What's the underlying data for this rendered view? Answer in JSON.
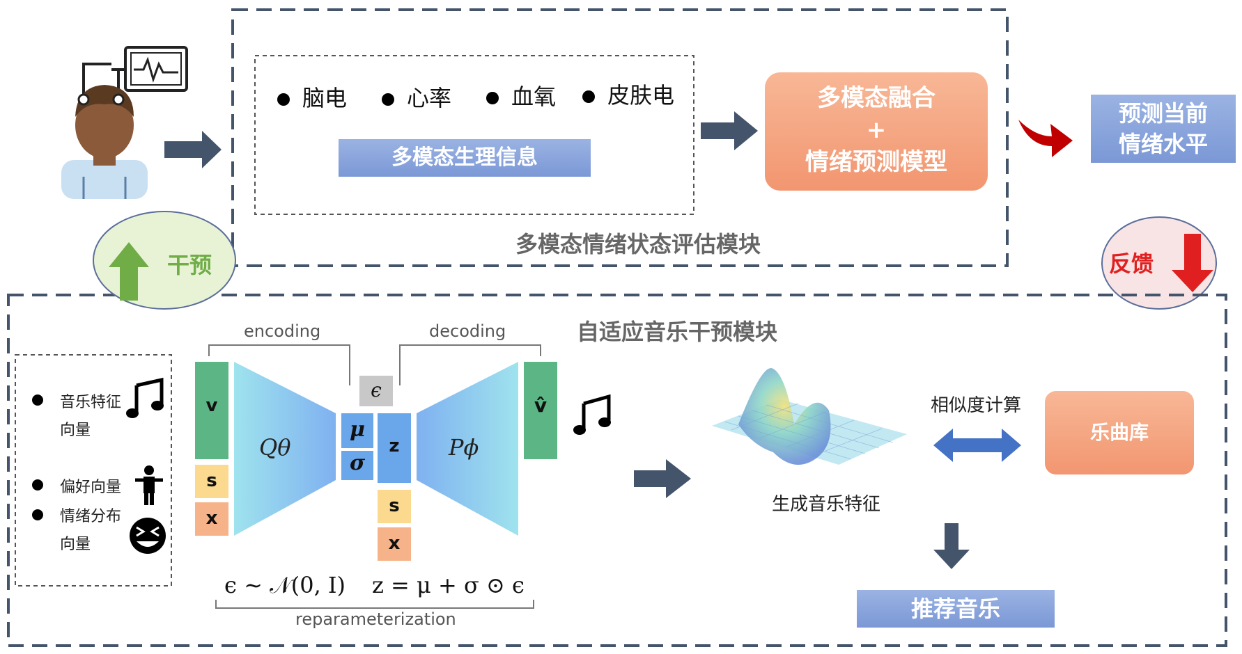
{
  "top_module": {
    "title": "多模态情绪状态评估模块",
    "signals": [
      "脑电",
      "心率",
      "血氧",
      "皮肤电"
    ],
    "signals_label": "多模态生理信息",
    "fusion_line1": "多模态融合",
    "fusion_plus": "+",
    "fusion_line2": "情绪预测模型",
    "predict_line1": "预测当前",
    "predict_line2": "情绪水平"
  },
  "intervene_label": "干预",
  "feedback_label": "反馈",
  "bottom_module": {
    "title": "自适应音乐干预模块",
    "inputs": [
      {
        "line1": "音乐特征",
        "line2": "向量",
        "icon": "music-note-icon"
      },
      {
        "line1": "偏好向量",
        "line2": "",
        "icon": "person-icon"
      },
      {
        "line1": "情绪分布",
        "line2": "向量",
        "icon": "emoji-face-icon"
      }
    ],
    "vae": {
      "encoding": "encoding",
      "decoding": "decoding",
      "v": "v",
      "s": "s",
      "x": "x",
      "q": "Qθ",
      "mu": "μ",
      "sigma": "σ",
      "epsilon": "ϵ",
      "z": "z",
      "p": "Pϕ",
      "v_hat": "v̂",
      "formula_left": "ϵ ∼ 𝒩(0, I)",
      "formula_right": "z = μ + σ ⊙ ϵ",
      "reparam": "reparameterization"
    },
    "generated_label": "生成音乐特征",
    "similarity_label": "相似度计算",
    "library_label": "乐曲库",
    "recommend_label": "推荐音乐"
  },
  "colors": {
    "dash": "#44546a",
    "arrow": "#44546a",
    "blue_box": "#8ea9db",
    "orange_box": "#f4a582",
    "green_bar": "#5cb585",
    "red_arrow": "#c00000",
    "green_arrow": "#70ad47"
  }
}
